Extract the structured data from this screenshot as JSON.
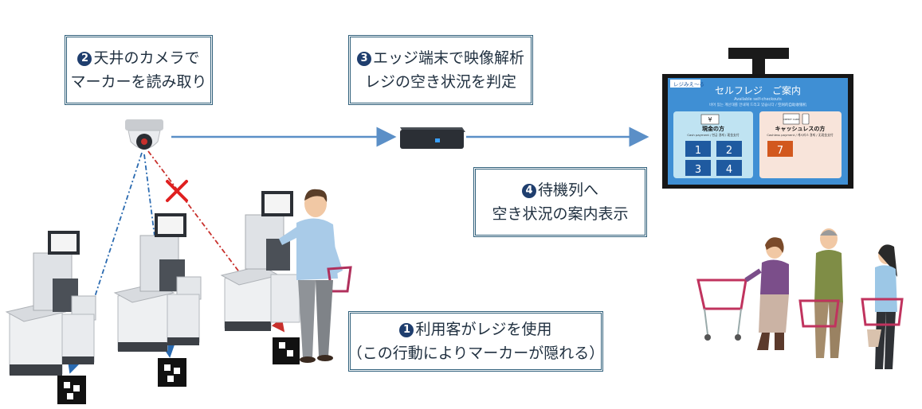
{
  "callouts": {
    "camera": {
      "num": "2",
      "line1": "天井のカメラで",
      "line2": "マーカーを読み取り"
    },
    "edge": {
      "num": "3",
      "line1": "エッジ端末で映像解析",
      "line2": "レジの空き状況を判定"
    },
    "queue": {
      "num": "4",
      "line1": "待機列へ",
      "line2": "空き状況の案内表示"
    },
    "user": {
      "num": "1",
      "line1": "利用客がレジを使用",
      "line2": "（この行動によりマーカーが隠れる）"
    }
  },
  "signage": {
    "logo": "レジみえ～る",
    "title": "セルフレジ　ご案内",
    "subtitle_en": "Available self-checkouts",
    "subtitle_multi": "비어 있는 계산대를 안내해 드리고 있습니다 / 空闲的自助收银机",
    "cash": {
      "icon_label": "¥",
      "title": "現金の方",
      "sub": "Cash payment / 현금 결제 / 现金支付",
      "registers": [
        "1",
        "2",
        "3",
        "4"
      ]
    },
    "cashless": {
      "icon_label": "CREDIT CARD",
      "title": "キャッシュレスの方",
      "sub": "Cashless payment / 캐시리스 결제 / 无现金支付",
      "registers": [
        "7"
      ]
    }
  },
  "colors": {
    "frame": "#2f5f7a",
    "arrow": "#5b8fc7",
    "sight_blue": "#2a6ab0",
    "sight_red": "#c8302c",
    "signage_bg": "#3f8fd4",
    "cash_panel": "#bfe3f2",
    "cashless_panel": "#f8e4da",
    "register_blue": "#1f5aa0",
    "register_orange": "#d2581e"
  }
}
